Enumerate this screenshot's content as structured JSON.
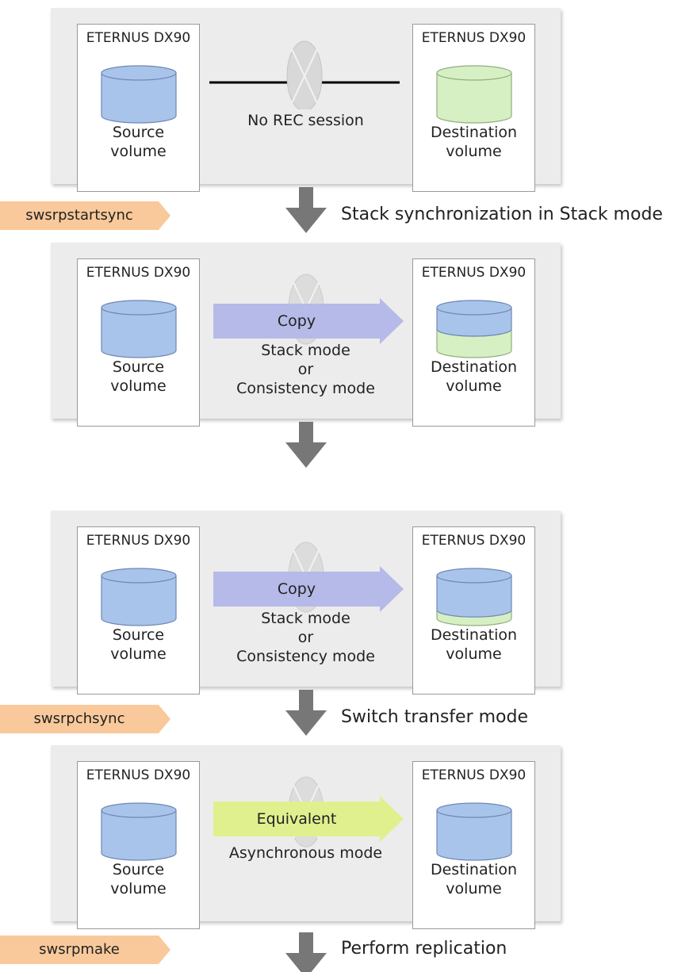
{
  "colors": {
    "panel": "#ececec",
    "source_fill": "#a9c4ea",
    "dest_fill": "#d6f0c4",
    "copy_arrow": "#b3b7e8",
    "equivalent_arrow": "#dff08a",
    "command_tag": "#f9c99b",
    "flow_arrow": "#777777"
  },
  "storage": {
    "source_title": "ETERNUS DX90",
    "dest_title": "ETERNUS DX90",
    "source_label": "Source\nvolume",
    "dest_label": "Destination\nvolume"
  },
  "panels": [
    {
      "state": "No REC session",
      "arrow_label": "",
      "mode_text": "",
      "dest_copied_fraction": 0
    },
    {
      "state": "",
      "arrow_label": "Copy",
      "mode_text": "Stack mode\nor\nConsistency mode",
      "dest_copied_fraction": 0.5
    },
    {
      "state": "",
      "arrow_label": "Copy",
      "mode_text": "Stack mode\nor\nConsistency mode",
      "dest_copied_fraction": 0.8
    },
    {
      "state": "",
      "arrow_label": "Equivalent",
      "mode_text": "Asynchronous mode",
      "dest_copied_fraction": 1
    }
  ],
  "steps": [
    {
      "command": "swsrpstartsync",
      "description": "Stack synchronization in Stack mode"
    },
    {
      "command": "",
      "description": ""
    },
    {
      "command": "swsrpchsync",
      "description": "Switch transfer mode"
    },
    {
      "command": "swsrpmake",
      "description": "Perform replication"
    }
  ]
}
